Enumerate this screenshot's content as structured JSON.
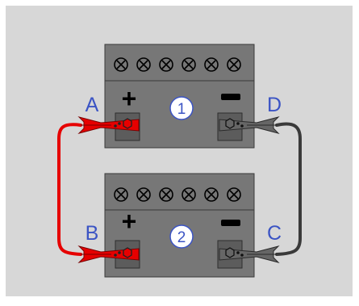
{
  "colors": {
    "background": "#d7d7d7",
    "battery_body": "#777777",
    "battery_outline": "#3a3a3a",
    "terminal_post": "#5c5c5c",
    "red_clamp": "#e60000",
    "black_clamp": "#666666",
    "black_cable": "#3a3a3a",
    "label_blue": "#3b54c4",
    "badge_fill": "#ffffff"
  },
  "batteries": [
    {
      "number": "1",
      "plus": "+",
      "minus": "−",
      "caps": 6
    },
    {
      "number": "2",
      "plus": "+",
      "minus": "−",
      "caps": 6
    }
  ],
  "clamp_labels": {
    "a": "A",
    "b": "B",
    "c": "C",
    "d": "D"
  },
  "cap_icon": "circled-x-icon"
}
